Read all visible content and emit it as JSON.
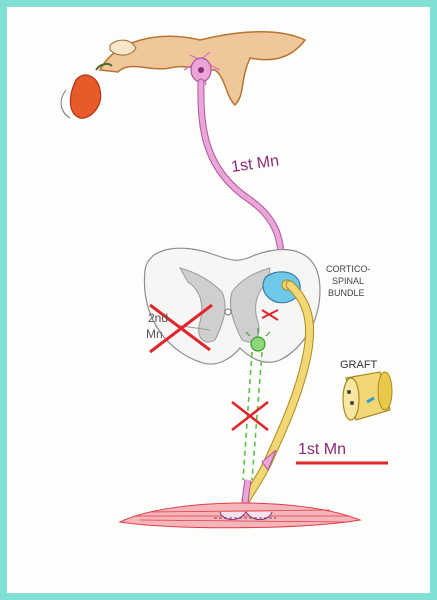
{
  "labels": {
    "first_mn_upper": "1st Mn",
    "second_mn_line1": "2nd",
    "second_mn_line2": "Mn",
    "cortico_line1": "CORTICO-",
    "cortico_line2": "SPINAL",
    "cortico_line3": "BUNDLE",
    "graft": "GRAFT",
    "first_mn_lower": "1st Mn"
  },
  "colors": {
    "frame": "#7fe0d3",
    "upper_axon": "#e9a6d6",
    "graft_axon": "#f3d774",
    "lesion_x": "#e0262b",
    "dashed_axon": "#5fbf4a",
    "muscle": "#e23b46",
    "graft_fill": "#f3d774"
  }
}
